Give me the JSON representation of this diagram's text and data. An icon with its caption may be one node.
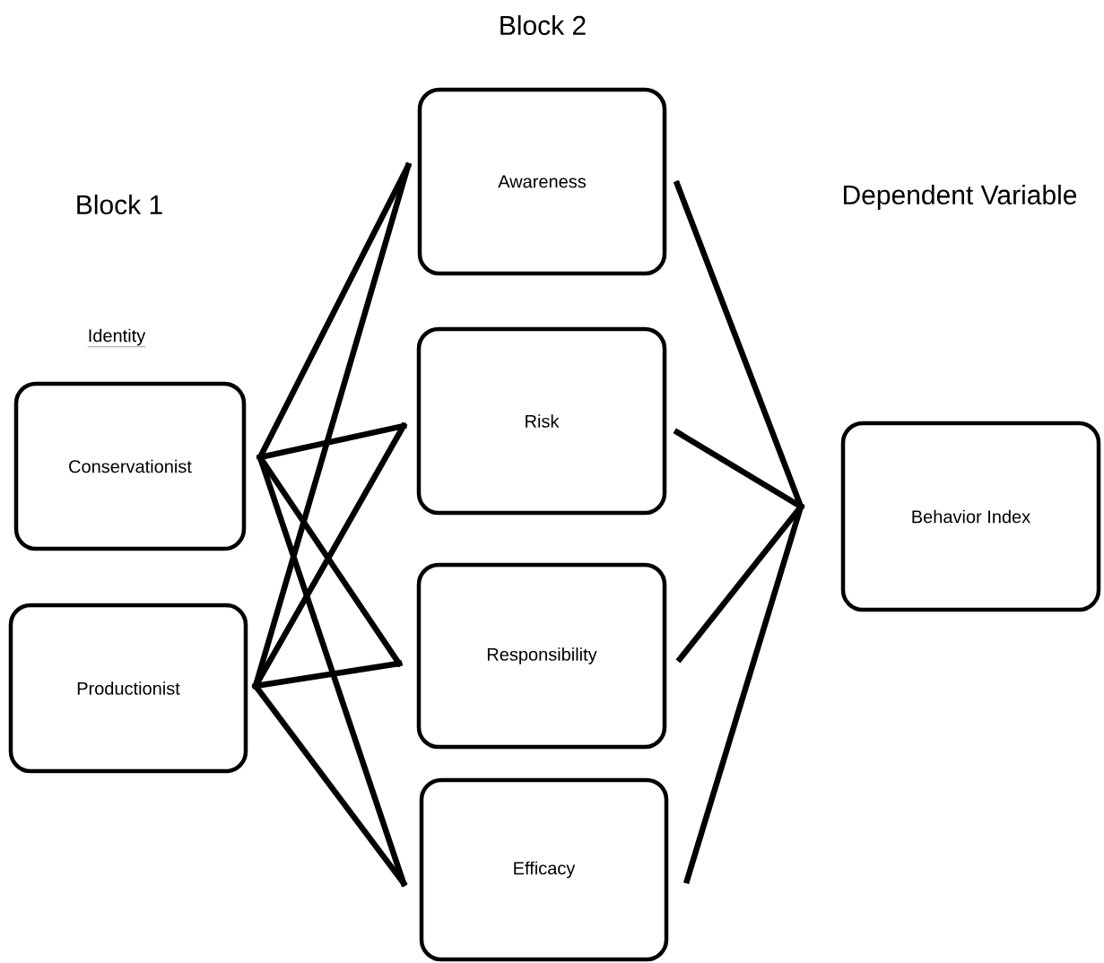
{
  "diagram": {
    "nodes": [
      {
        "text": [
          "Conservationist"
        ]
      },
      {
        "text": [
          "Productionist"
        ]
      },
      {
        "text": [
          "Awareness"
        ]
      },
      {
        "text": [
          "Risk"
        ]
      },
      {
        "text": [
          "Responsibility"
        ]
      },
      {
        "text": [
          "Efficacy"
        ]
      },
      {
        "text": [
          "Behavior Index"
        ]
      }
    ],
    "edges": [
      {
        "from": 0,
        "to": 2,
        "arrow": "none"
      },
      {
        "from": 0,
        "to": 3,
        "arrow": "none"
      },
      {
        "from": 0,
        "to": 4,
        "arrow": "none"
      },
      {
        "from": 0,
        "to": 5,
        "arrow": "none"
      },
      {
        "from": 1,
        "to": 2,
        "arrow": "none"
      },
      {
        "from": 1,
        "to": 3,
        "arrow": "none"
      },
      {
        "from": 1,
        "to": 4,
        "arrow": "none"
      },
      {
        "from": 1,
        "to": 5,
        "arrow": "none"
      },
      {
        "from": 2,
        "to": 6,
        "arrow": "none"
      },
      {
        "from": 3,
        "to": 6,
        "arrow": "none"
      },
      {
        "from": 4,
        "to": 6,
        "arrow": "none"
      },
      {
        "from": 5,
        "to": 6,
        "arrow": "none"
      }
    ],
    "labels": [
      "Block 2",
      "Block 1",
      "Dependent Variable",
      "Identity"
    ]
  }
}
